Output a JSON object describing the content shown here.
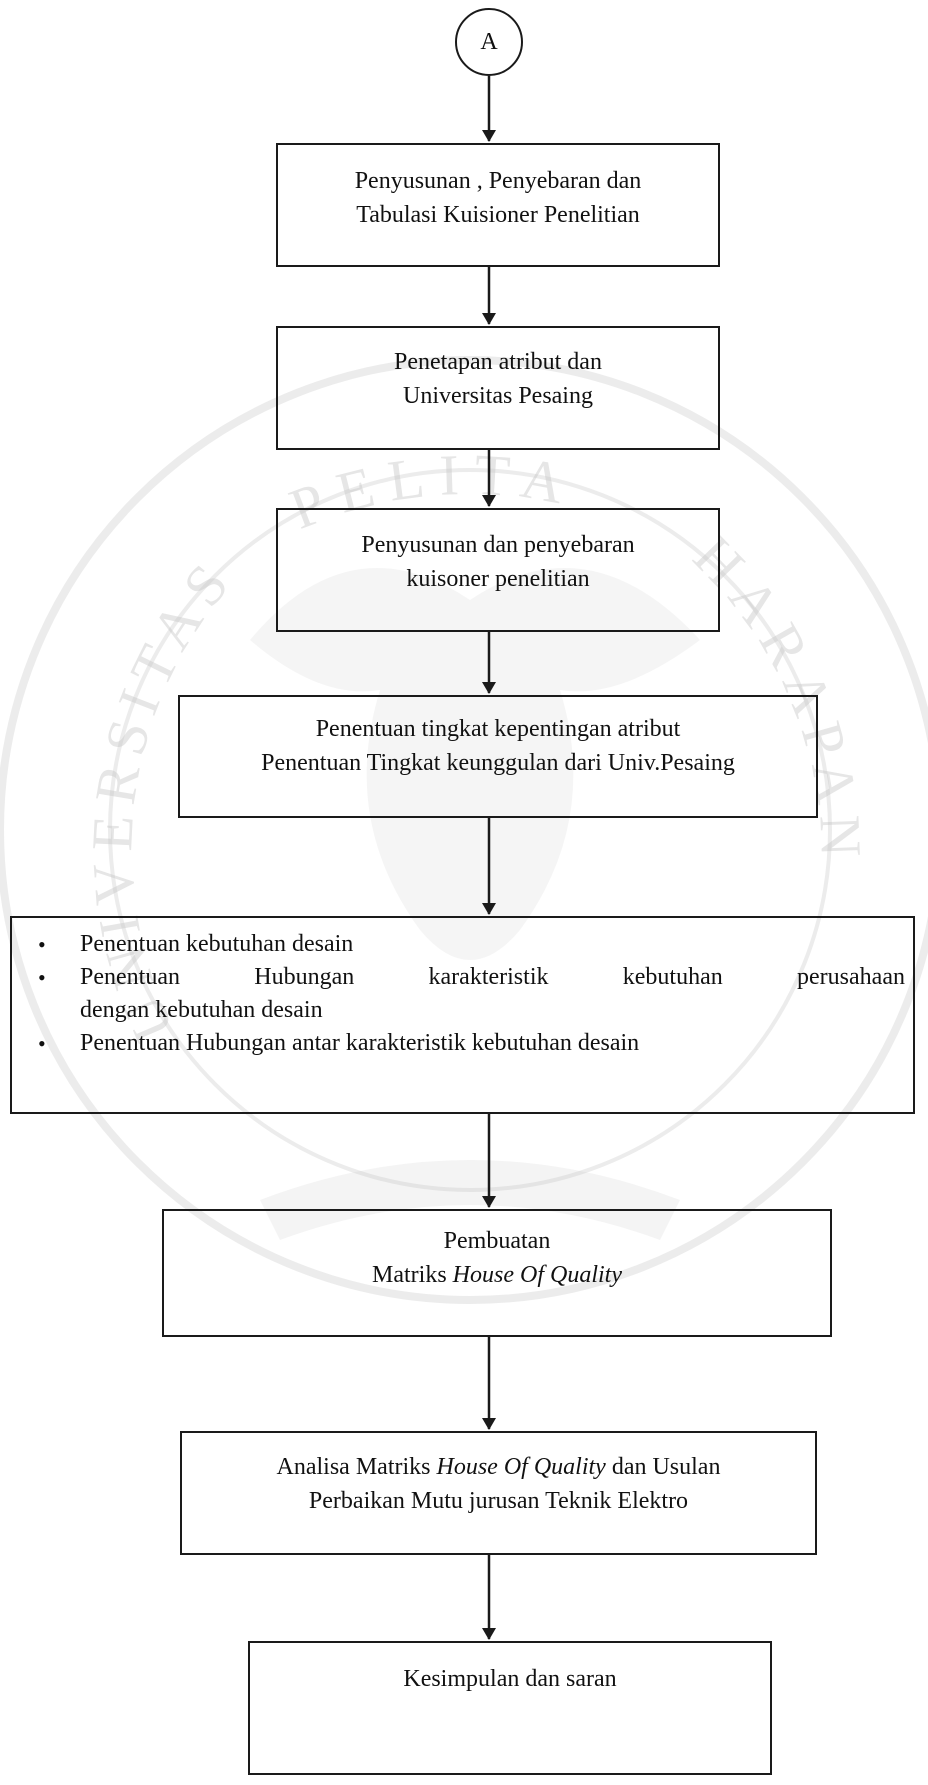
{
  "connector": {
    "label": "A"
  },
  "nodes": [
    {
      "lines": [
        "Penyusunan , Penyebaran dan",
        "Tabulasi Kuisioner  Penelitian"
      ]
    },
    {
      "lines": [
        "Penetapan atribut dan",
        "Universitas Pesaing"
      ]
    },
    {
      "lines": [
        "Penyusunan dan penyebaran",
        "kuisoner penelitian"
      ]
    },
    {
      "lines": [
        "Penentuan tingkat kepentingan atribut",
        "Penentuan Tingkat keunggulan dari Univ.Pesaing"
      ]
    }
  ],
  "requirements_box": {
    "bullet_symbol": "•",
    "item_1": "Penentuan kebutuhan desain",
    "item_2_words": [
      "Penentuan",
      "Hubungan",
      "karakteristik",
      "kebutuhan",
      "perusahaan"
    ],
    "item_2_continuation": "dengan kebutuhan desain",
    "item_3": "Penentuan Hubungan antar karakteristik kebutuhan desain"
  },
  "hoq_box": {
    "line_1": "Pembuatan",
    "line_2_prefix": "Matriks ",
    "line_2_italic": "House Of Quality"
  },
  "analysis_box": {
    "line_1_prefix": "Analisa Matriks ",
    "line_1_italic": "House Of Quality",
    "line_1_suffix": " dan Usulan",
    "line_2": "Perbaikan Mutu jurusan Teknik Elektro"
  },
  "conclusion_box": {
    "label": "Kesimpulan dan saran"
  },
  "watermark": {
    "text_left": "UNIVERSITAS",
    "text_top": "PELITA",
    "text_right": "HARAPAN"
  },
  "colors": {
    "line": "#1a1a1a",
    "watermark": "#c8c8c8"
  }
}
